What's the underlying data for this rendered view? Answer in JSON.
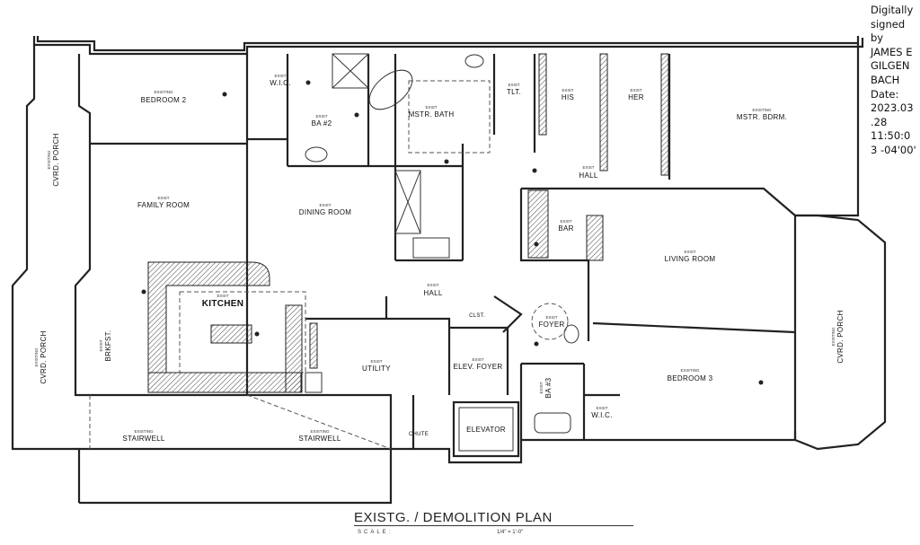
{
  "signature": {
    "text": "Digitally\nsigned\nby\nJAMES E\nGILGEN\nBACH\nDate:\n2023.03\n.28\n11:50:0\n3 -04'00'"
  },
  "title": "EXISTG. / DEMOLITION PLAN",
  "scale_label": "SCALE:",
  "scale_value": "1/4\" = 1'-0\"",
  "rooms": [
    {
      "prefix": "EXISTING",
      "name": "BEDROOM 2"
    },
    {
      "prefix": "EXIST",
      "name": "W.I.C."
    },
    {
      "prefix": "EXIST",
      "name": "BA #2"
    },
    {
      "prefix": "EXIST",
      "name": "MSTR. BATH"
    },
    {
      "prefix": "EXIST",
      "name": "TLT."
    },
    {
      "prefix": "EXIST",
      "name": "HIS"
    },
    {
      "prefix": "EXIST",
      "name": "HER"
    },
    {
      "prefix": "EXISTING",
      "name": "MSTR. BDRM."
    },
    {
      "prefix": "EXISTING",
      "name": "CVRD. PORCH"
    },
    {
      "prefix": "EXIST",
      "name": "FAMILY ROOM"
    },
    {
      "prefix": "EXIST",
      "name": "DINING ROOM"
    },
    {
      "prefix": "EXIST",
      "name": "HALL"
    },
    {
      "prefix": "EXIST",
      "name": "BAR"
    },
    {
      "prefix": "EXIST",
      "name": "LIVING ROOM"
    },
    {
      "prefix": "EXISTING",
      "name": "CVRD. PORCH"
    },
    {
      "prefix": "EXISTING",
      "name": "CVRD. PORCH"
    },
    {
      "prefix": "EXIST",
      "name": "BRKFST."
    },
    {
      "prefix": "EXIST",
      "name": "KITCHEN"
    },
    {
      "prefix": "EXIST",
      "name": "HALL"
    },
    {
      "prefix": "",
      "name": "CLST."
    },
    {
      "prefix": "EXIST",
      "name": "FOYER"
    },
    {
      "prefix": "EXIST",
      "name": "UTILITY"
    },
    {
      "prefix": "EXIST",
      "name": "ELEV. FOYER"
    },
    {
      "prefix": "EXIST",
      "name": "BA #3"
    },
    {
      "prefix": "EXISTING",
      "name": "BEDROOM 3"
    },
    {
      "prefix": "EXIST",
      "name": "W.I.C."
    },
    {
      "prefix": "EXISTING",
      "name": "STAIRWELL"
    },
    {
      "prefix": "EXISTING",
      "name": "STAIRWELL"
    },
    {
      "prefix": "",
      "name": "CHUTE"
    },
    {
      "prefix": "",
      "name": "ELEVATOR"
    }
  ]
}
